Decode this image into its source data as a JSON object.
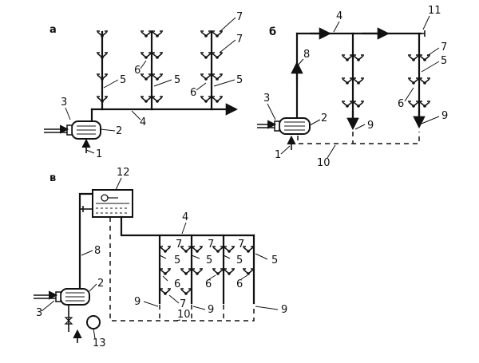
{
  "panels": {
    "a": "а",
    "b": "б",
    "v": "в"
  },
  "labels": {
    "n1": "1",
    "n2": "2",
    "n3": "3",
    "n4": "4",
    "n5": "5",
    "n6": "6",
    "n7": "7",
    "n8": "8",
    "n9": "9",
    "n10": "10",
    "n11": "11",
    "n12": "12",
    "n13": "13"
  },
  "colors": {
    "ink": "#111111",
    "background": "#ffffff"
  }
}
